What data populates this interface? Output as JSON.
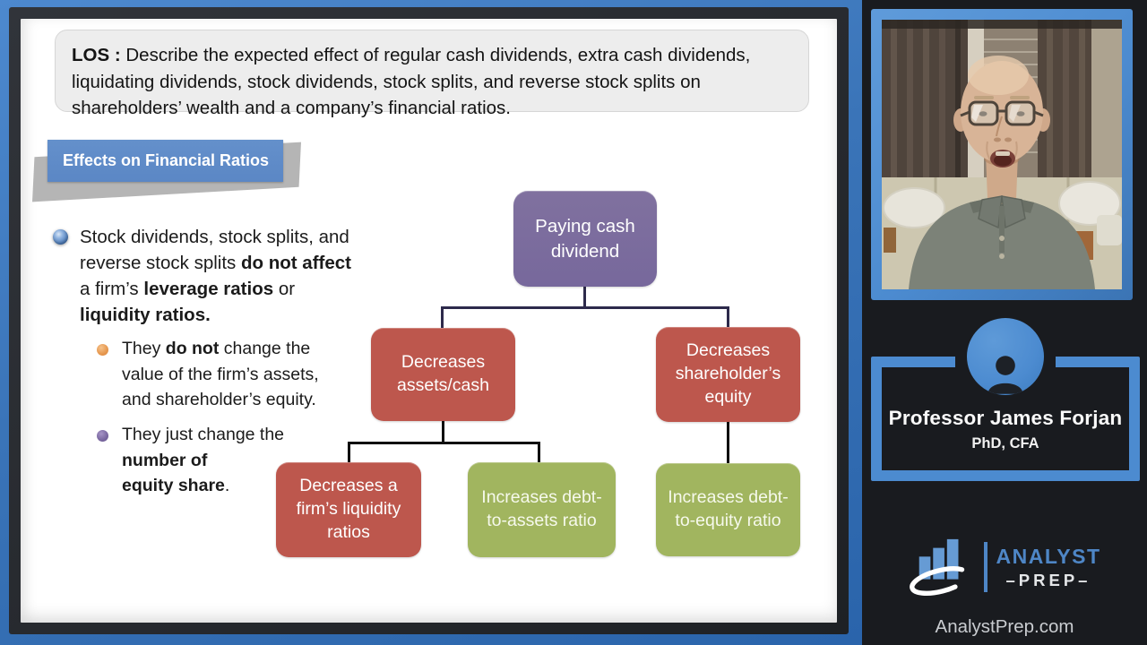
{
  "slide": {
    "los": {
      "segments": [
        {
          "t": "LOS : ",
          "b": true
        },
        {
          "t": "Describe the expected effect of regular cash dividends, extra cash dividends,",
          "br": true
        },
        {
          "t": "liquidating dividends, stock dividends, stock splits, and reverse stock splits on",
          "br": true
        },
        {
          "t": "shareholders’ wealth and a company’s financial ratios."
        }
      ]
    },
    "banner": "Effects on Financial Ratios",
    "bullets": {
      "main": {
        "segments": [
          {
            "t": "Stock dividends, stock splits, and",
            "br": true
          },
          {
            "t": "reverse stock splits "
          },
          {
            "t": "do not affect",
            "b": true,
            "br": true
          },
          {
            "t": "a firm’s "
          },
          {
            "t": "leverage ratios",
            "b": true
          },
          {
            "t": " or",
            "br": true
          },
          {
            "t": "liquidity ratios.",
            "b": true
          }
        ]
      },
      "sub": [
        {
          "segments": [
            {
              "t": "They "
            },
            {
              "t": "do not",
              "b": true
            },
            {
              "t": " change the",
              "br": true
            },
            {
              "t": "value of the firm’s assets,",
              "br": true
            },
            {
              "t": "and shareholder’s equity."
            }
          ]
        },
        {
          "segments": [
            {
              "t": "They just change the",
              "br": true
            },
            {
              "t": "number of",
              "b": true,
              "br": true
            },
            {
              "t": "equity share",
              "b": true
            },
            {
              "t": "."
            }
          ]
        }
      ]
    },
    "flowchart": {
      "root": "Paying cash dividend",
      "level2": [
        "Decreases assets/cash",
        "Decreases shareholder’s equity"
      ],
      "level3": [
        "Decreases a firm’s liquidity ratios",
        "Increases debt-to-assets ratio",
        "Increases debt-to-equity ratio"
      ]
    }
  },
  "sidebar": {
    "professor_name": "Professor James Forjan",
    "credentials": "PhD, CFA",
    "logo": {
      "analyst": "ANALYST",
      "prep": "–PREP–"
    },
    "website": "AnalystPrep.com"
  },
  "icons": {
    "avatar": "person-silhouette-icon",
    "logo_mark": "bar-chart-swoosh-icon",
    "bullet_main": "blue-sphere-bullet",
    "bullet_sub1": "orange-dot-bullet",
    "bullet_sub2": "purple-dot-bullet"
  },
  "colors": {
    "stage_blue_top": "#4d89cf",
    "stage_blue_bottom": "#2a64ab",
    "frame": "#26292e",
    "los_bg": "#ededed",
    "banner_blue": "#5b87c5",
    "box_purple": "#77689c",
    "box_red": "#bd574d",
    "box_green": "#a1b55f",
    "connector_navy": "#2d2a4b",
    "accent_blue": "#4c8bd0",
    "logo_blue": "#4e86c6",
    "sidebar_bg": "#191b1f"
  }
}
